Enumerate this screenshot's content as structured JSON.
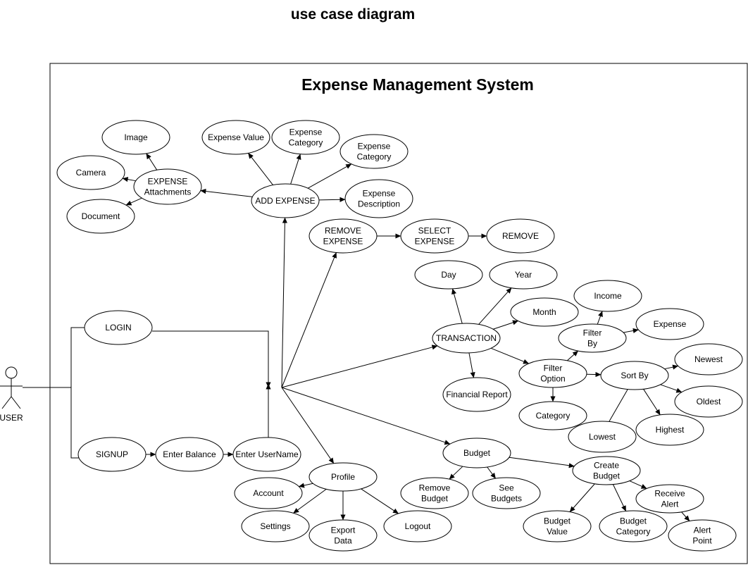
{
  "page_title": "use case diagram",
  "system_title": "Expense Management System",
  "actor": {
    "label": "USER"
  },
  "use_cases": {
    "image": [
      "Image"
    ],
    "camera": [
      "Camera"
    ],
    "document": [
      "Document"
    ],
    "attachments": [
      "EXPENSE",
      "Attachments"
    ],
    "expense_value": [
      "Expense Value"
    ],
    "expense_category_1": [
      "Expense",
      "Category"
    ],
    "expense_category_2": [
      "Expense",
      "Category"
    ],
    "expense_description": [
      "Expense",
      "Description"
    ],
    "add_expense": [
      "ADD EXPENSE"
    ],
    "remove_expense": [
      "REMOVE",
      "EXPENSE"
    ],
    "select_expense": [
      "SELECT",
      "EXPENSE"
    ],
    "remove": [
      "REMOVE"
    ],
    "login": [
      "LOGIN"
    ],
    "signup": [
      "SIGNUP"
    ],
    "enter_balance": [
      "Enter Balance"
    ],
    "enter_username": [
      "Enter UserName"
    ],
    "day": [
      "Day"
    ],
    "year": [
      "Year"
    ],
    "month": [
      "Month"
    ],
    "income": [
      "Income"
    ],
    "filter_by": [
      "Filter",
      "By"
    ],
    "expense": [
      "Expense"
    ],
    "transaction": [
      "TRANSACTION"
    ],
    "filter_option": [
      "Filter",
      "Option"
    ],
    "sort_by": [
      "Sort By"
    ],
    "newest": [
      "Newest"
    ],
    "oldest": [
      "Oldest"
    ],
    "highest": [
      "Highest"
    ],
    "lowest": [
      "Lowest"
    ],
    "category": [
      "Category"
    ],
    "financial_report": [
      "Financial Report"
    ],
    "budget": [
      "Budget"
    ],
    "remove_budget": [
      "Remove",
      "Budget"
    ],
    "see_budgets": [
      "See",
      "Budgets"
    ],
    "create_budget": [
      "Create",
      "Budget"
    ],
    "receive_alert": [
      "Receive",
      "Alert"
    ],
    "budget_value": [
      "Budget",
      "Value"
    ],
    "budget_category": [
      "Budget",
      "Category"
    ],
    "alert_point": [
      "Alert",
      "Point"
    ],
    "profile": [
      "Profile"
    ],
    "account": [
      "Account"
    ],
    "settings": [
      "Settings"
    ],
    "export_data": [
      "Export",
      "Data"
    ],
    "logout": [
      "Logout"
    ]
  }
}
